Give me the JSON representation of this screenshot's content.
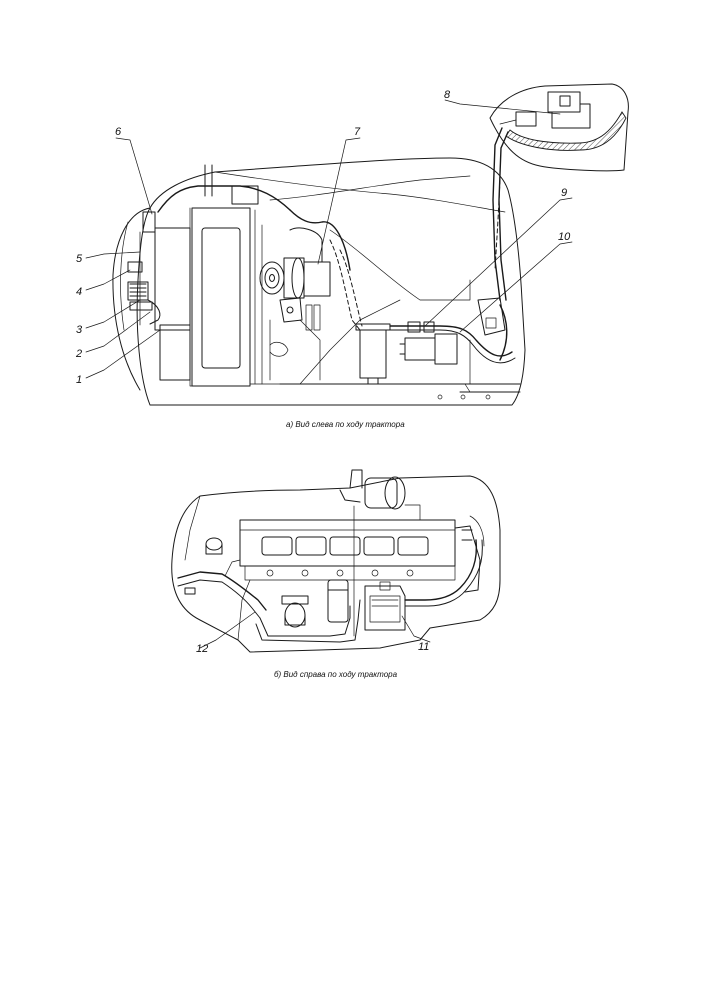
{
  "views": [
    {
      "id": "left",
      "caption": "а) Вид слева по ходу трактора",
      "labels": [
        "1",
        "2",
        "3",
        "4",
        "5",
        "6",
        "7",
        "8",
        "9",
        "10"
      ]
    },
    {
      "id": "right",
      "caption": "б) Вид справа по ходу трактора",
      "labels": [
        "11",
        "12"
      ]
    }
  ]
}
